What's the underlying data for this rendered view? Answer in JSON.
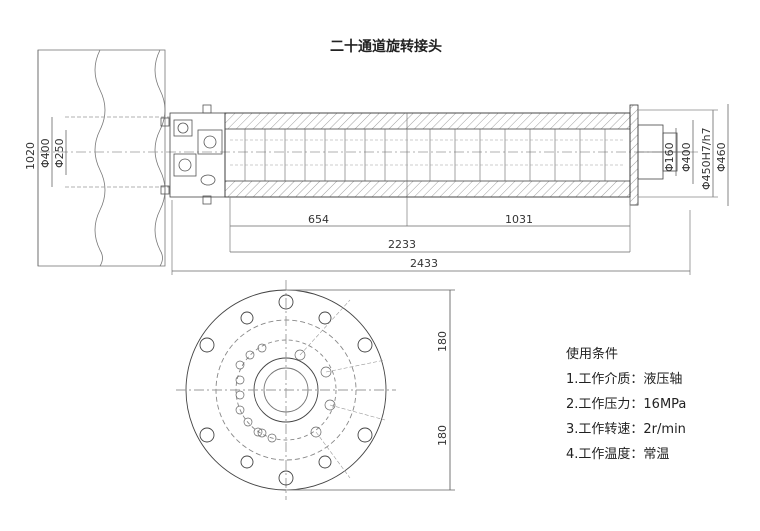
{
  "title": "二十通道旋转接头",
  "dimensions": {
    "d_1020": "1020",
    "d_400": "Φ400",
    "d_250": "Φ250",
    "d_654": "654",
    "d_1031": "1031",
    "d_2233": "2233",
    "d_2433": "2433",
    "d_160": "Φ160",
    "d_400r": "Φ400",
    "d_450": "Φ450H7/h7",
    "d_460": "Φ460",
    "d_180a": "180",
    "d_180b": "180"
  },
  "conditions": {
    "heading": "使用条件",
    "items": [
      "1.工作介质：液压轴",
      "2.工作压力：16MPa",
      "3.工作转速：2r/min",
      "4.工作温度：常温"
    ]
  }
}
